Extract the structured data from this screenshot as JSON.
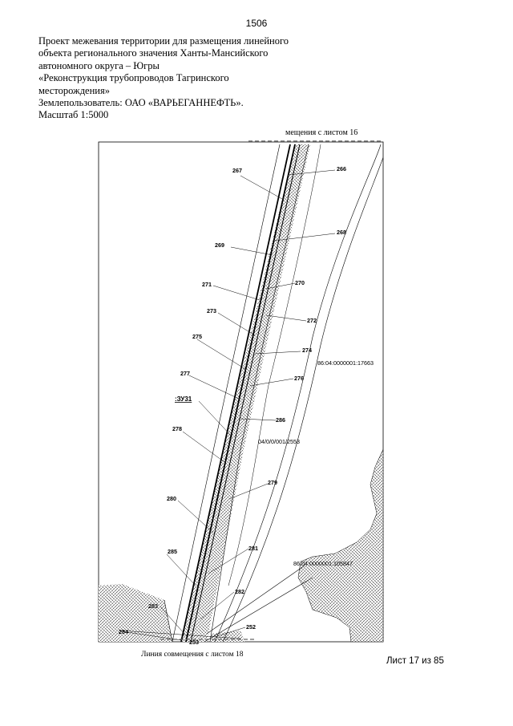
{
  "page_number": "1506",
  "header_lines": [
    "Проект межевания территории для размещения линейного",
    "объекта регионального значения Ханты-Мансийского",
    "автономного округа – Югры",
    "«Реконструкция трубопроводов Тагринского",
    "месторождения»",
    "Землепользователь: ОАО «ВАРЬЕГАННЕФТЬ».",
    "Масштаб 1:5000"
  ],
  "map": {
    "top_match_label": "мещения с листом 16",
    "bottom_match_label": "Линия совмещения с листом 18",
    "zu_label": ":ЗУ31",
    "cadastral_1": "86:04:0000001:17663",
    "cadastral_2": "04/0/0/001/2553",
    "cadastral_3": "86:04:0000001:105847",
    "points": {
      "p252": "252",
      "p253": "253",
      "p266": "266",
      "p267": "267",
      "p268": "268",
      "p269": "269",
      "p270": "270",
      "p271": "271",
      "p272": "272",
      "p273": "273",
      "p274": "274",
      "p275": "275",
      "p276": "276",
      "p277": "277",
      "p278": "278",
      "p279": "279",
      "p280": "280",
      "p281": "281",
      "p282": "282",
      "p283": "283",
      "p284": "284",
      "p285": "285",
      "p286": "286"
    }
  },
  "footer": {
    "sheet_label": "Лист 17 из 85"
  }
}
